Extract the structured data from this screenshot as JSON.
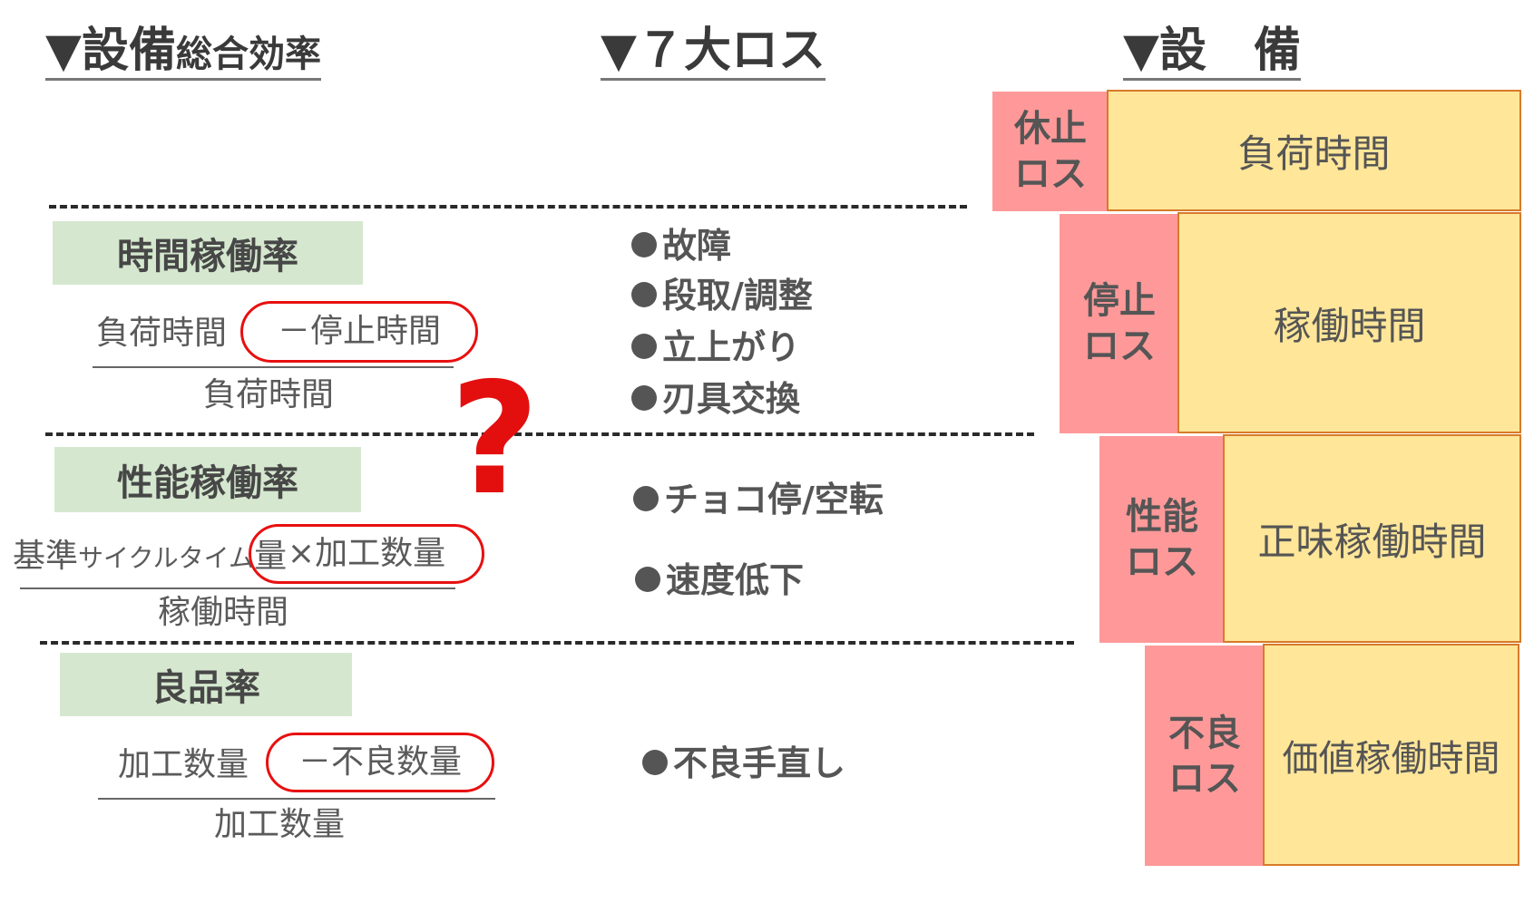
{
  "headers": {
    "oee_big": "▼設備",
    "oee_small": "総合効率",
    "losses": "▼７大ロス",
    "equipment": "▼設　備"
  },
  "metrics": {
    "availability": {
      "label": "時間稼働率",
      "numerator": "負荷時間",
      "subtract": "－停止時間",
      "denominator": "負荷時間"
    },
    "performance": {
      "label": "性能稼働率",
      "numerator_a": "基準",
      "numerator_b": "サイクルタイム",
      "numerator_c": "量",
      "multiply": "×加工数量",
      "denominator": "稼働時間"
    },
    "quality": {
      "label": "良品率",
      "numerator": "加工数量",
      "subtract": "－不良数量",
      "denominator": "加工数量"
    }
  },
  "question_mark": "?",
  "losses": {
    "availability": [
      "故障",
      "段取/調整",
      "立上がり",
      "刃具交換"
    ],
    "performance": [
      "チョコ停/空転",
      "速度低下"
    ],
    "quality": [
      "不良手直し"
    ]
  },
  "equipment": {
    "rows": [
      {
        "loss_line1": "休止",
        "loss_line2": "ロス",
        "time": "負荷時間"
      },
      {
        "loss_line1": "停止",
        "loss_line2": "ロス",
        "time": "稼働時間"
      },
      {
        "loss_line1": "性能",
        "loss_line2": "ロス",
        "time": "正味稼働時間"
      },
      {
        "loss_line1": "不良",
        "loss_line2": "ロス",
        "time": "価値稼働時間"
      }
    ]
  },
  "colors": {
    "loss_pink": "#ff9999",
    "time_yellow": "#ffe699",
    "metric_green": "#d5e8cf",
    "highlight_red": "#e81010"
  }
}
